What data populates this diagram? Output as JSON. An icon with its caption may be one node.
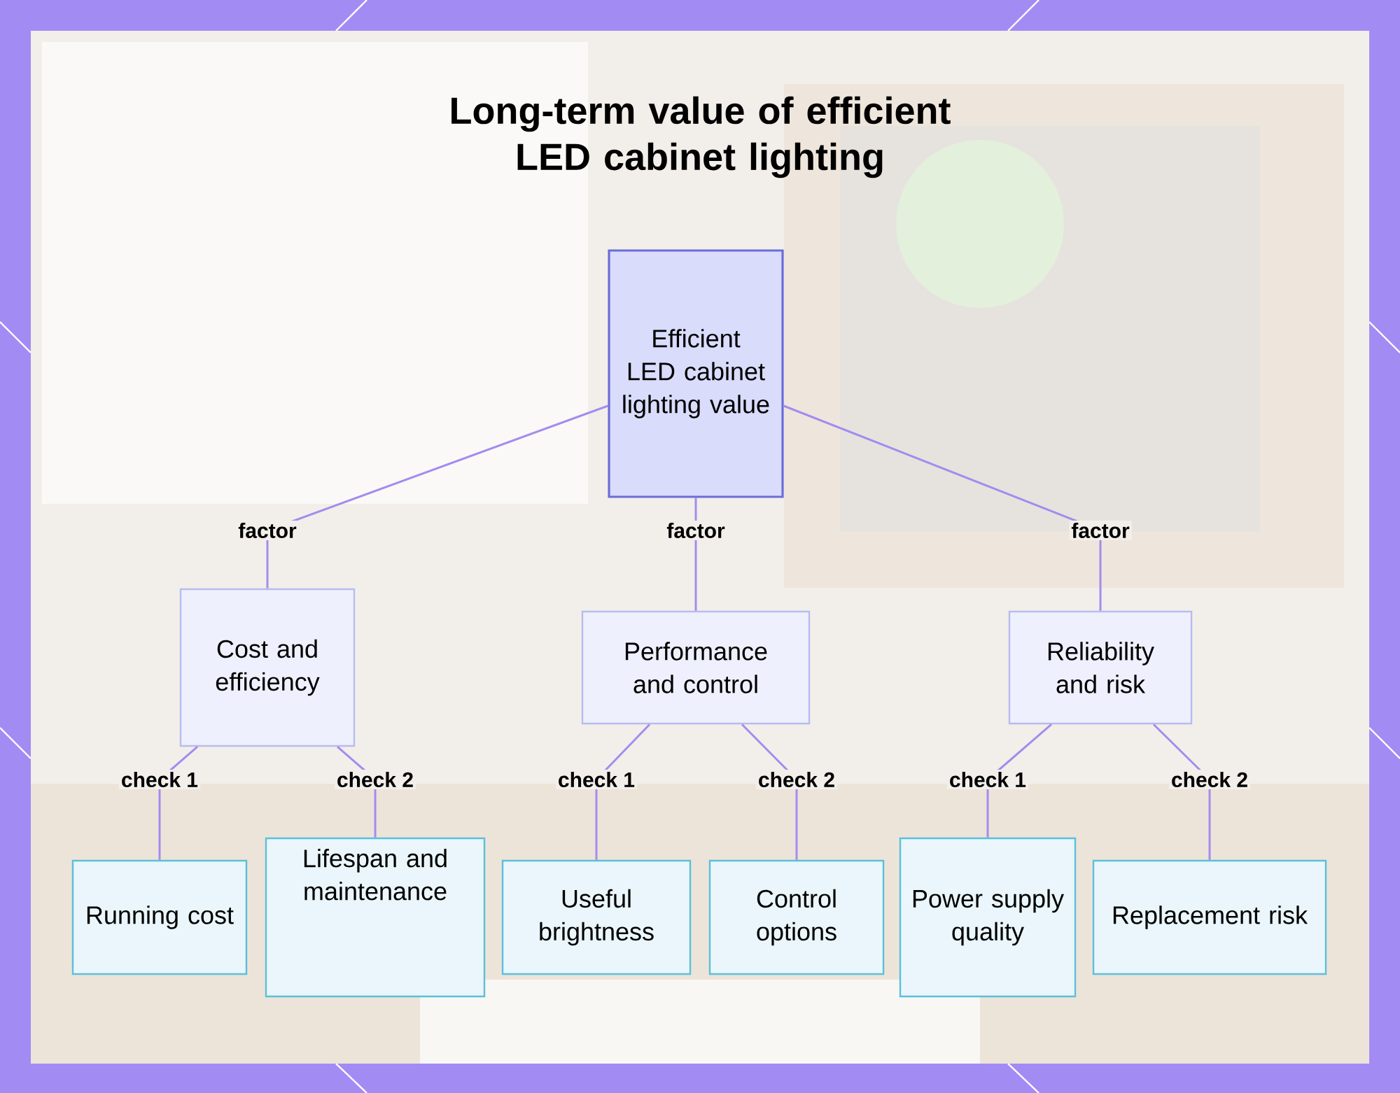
{
  "diagram": {
    "title": "Long-term value of efficient LED cabinet lighting",
    "nodes": [
      {
        "text": [
          "Efficient LED cabinet lighting value"
        ]
      },
      {
        "text": [
          "Cost and efficiency"
        ]
      },
      {
        "text": [
          "Performance and control"
        ]
      },
      {
        "text": [
          "Reliability and risk"
        ]
      },
      {
        "text": [
          "Running cost"
        ]
      },
      {
        "text": [
          "Lifespan and maintenance"
        ]
      },
      {
        "text": [
          "Useful brightness"
        ]
      },
      {
        "text": [
          "Control options"
        ]
      },
      {
        "text": [
          "Power supply quality"
        ]
      },
      {
        "text": [
          "Replacement risk"
        ]
      }
    ],
    "edges": [
      {
        "from": 0,
        "to": 1,
        "arrow": "none",
        "label": "factor"
      },
      {
        "from": 0,
        "to": 2,
        "arrow": "none",
        "label": "factor"
      },
      {
        "from": 0,
        "to": 3,
        "arrow": "none",
        "label": "factor"
      },
      {
        "from": 1,
        "to": 4,
        "arrow": "none",
        "label": "check 1"
      },
      {
        "from": 1,
        "to": 5,
        "arrow": "none",
        "label": "check 2"
      },
      {
        "from": 2,
        "to": 6,
        "arrow": "none",
        "label": "check 1"
      },
      {
        "from": 2,
        "to": 7,
        "arrow": "none",
        "label": "check 2"
      },
      {
        "from": 3,
        "to": 8,
        "arrow": "none",
        "label": "check 1"
      },
      {
        "from": 3,
        "to": 9,
        "arrow": "none",
        "label": "check 2"
      }
    ]
  }
}
